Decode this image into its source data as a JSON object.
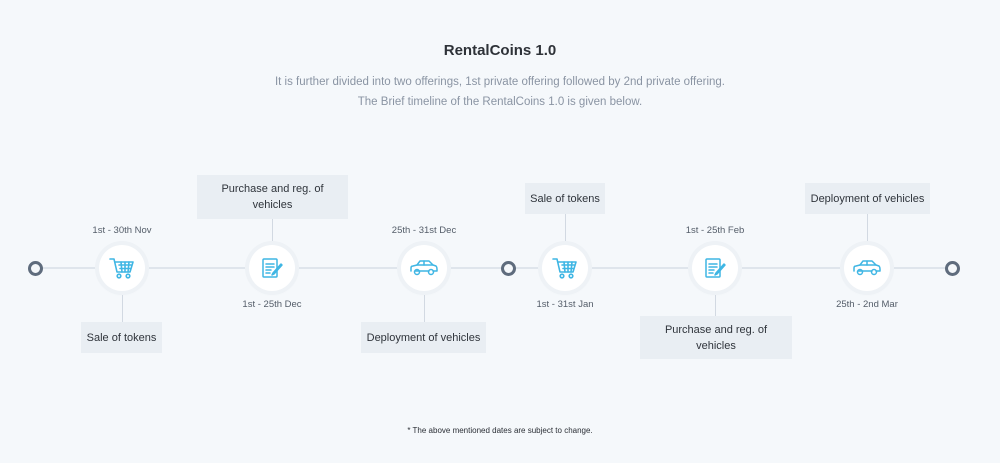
{
  "header": {
    "title": "RentalCoins 1.0",
    "subtitle_line1": "It is further divided into two offerings, 1st private offering followed by 2nd private offering.",
    "subtitle_line2": "The Brief timeline of the RentalCoins 1.0 is given below."
  },
  "colors": {
    "icon": "#3fb6e4",
    "background": "#f5f8fb",
    "label_bg": "#e9eef3",
    "end_dot": "#5f6c7d"
  },
  "timeline": {
    "first_offering": [
      {
        "icon": "shopping-cart-icon",
        "label": "Sale of tokens",
        "date": "1st - 30th Nov"
      },
      {
        "icon": "document-edit-icon",
        "label": "Purchase and reg. of vehicles",
        "date": "1st - 25th Dec"
      },
      {
        "icon": "car-icon",
        "label": "Deployment of vehicles",
        "date": "25th - 31st Dec"
      }
    ],
    "second_offering": [
      {
        "icon": "shopping-cart-icon",
        "label": "Sale of tokens",
        "date": "1st - 31st Jan"
      },
      {
        "icon": "document-edit-icon",
        "label": "Purchase and reg. of vehicles",
        "date": "1st - 25th Feb"
      },
      {
        "icon": "car-icon",
        "label": "Deployment of vehicles",
        "date": "25th - 2nd Mar"
      }
    ]
  },
  "footnote": "* The above mentioned dates are subject to change."
}
